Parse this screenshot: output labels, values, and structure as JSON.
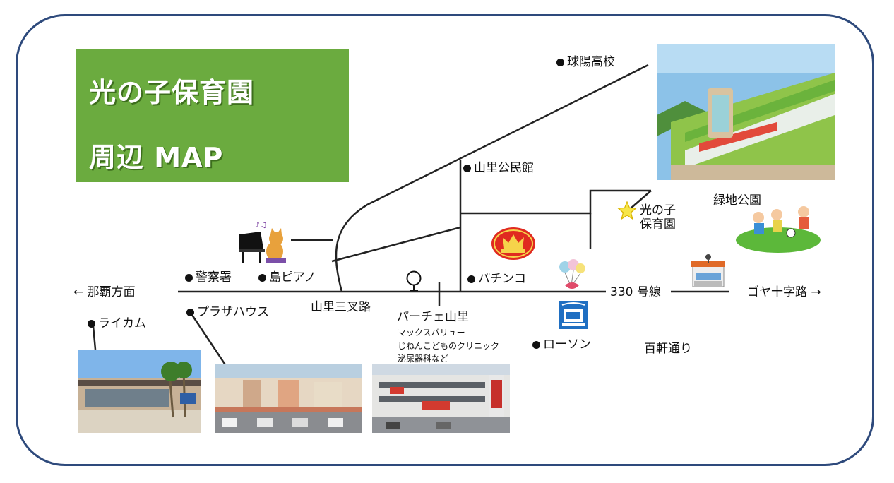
{
  "title": {
    "line1": "光の子保育園",
    "line2": "周辺 MAP"
  },
  "colors": {
    "frame": "#2e4a7c",
    "title_bg": "#6bab3f",
    "road": "#222222"
  },
  "labels": {
    "kyuyo": "球陽高校",
    "kominkan": "山里公民館",
    "hikarinoko_line1": "光の子",
    "hikarinoko_line2": "保育園",
    "ryokuchi": "緑地公園",
    "keisatsu": "警察署",
    "shima_piano": "島ピアノ",
    "pachinko": "パチンコ",
    "naha": "← 那覇方面",
    "route330": "330 号線",
    "goya": "ゴヤ十字路 →",
    "raikamu": "ライカム",
    "plaza": "プラザハウス",
    "yamazato_sansaro": "山里三叉路",
    "parche": "パーチェ山里",
    "parche_sub1": "マックスバリュー",
    "parche_sub2": "じねんこどものクリニック",
    "parche_sub3": "泌尿器科など",
    "lawson": "ローソン",
    "hyakken": "百軒通り"
  },
  "icons": [
    "piano-cat-icon",
    "pachinko-crown-icon",
    "balloon-shop-icon",
    "lawson-icon",
    "karaoke-icon",
    "star-icon",
    "playing-children-icon",
    "bus-stop-icon"
  ],
  "photos": [
    "nursery-photo",
    "raikamu-photo",
    "plaza-house-photo",
    "parche-photo"
  ]
}
